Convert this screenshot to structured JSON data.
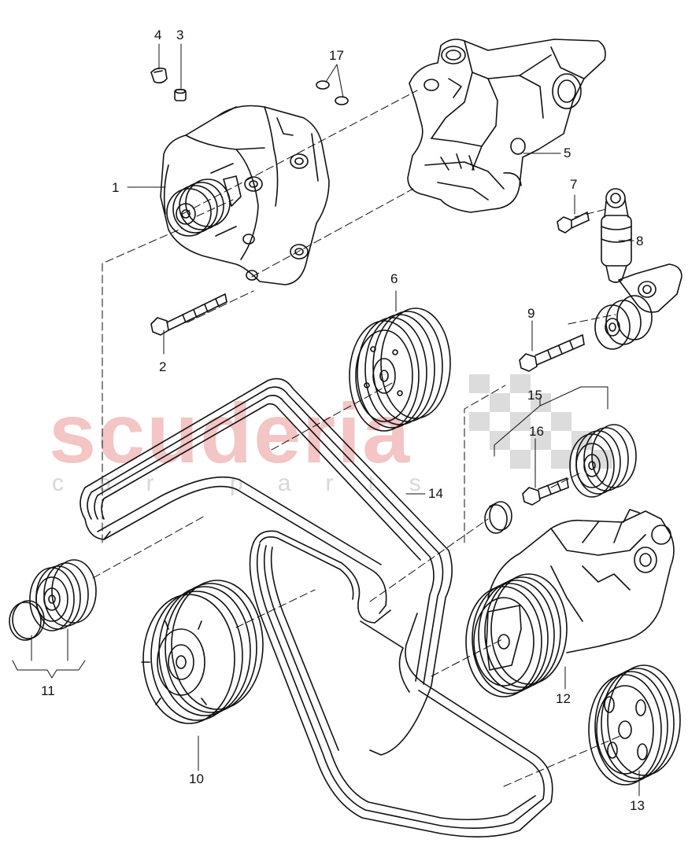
{
  "watermark": {
    "brand": "scuderia",
    "tagline": "car parts",
    "color": "#f2bcbc"
  },
  "callouts": [
    "1",
    "2",
    "3",
    "4",
    "5",
    "6",
    "7",
    "8",
    "9",
    "10",
    "11",
    "12",
    "13",
    "14",
    "15",
    "16",
    "17"
  ],
  "colors": {
    "line": "#111111",
    "watermark_gray": "#d8d8d8"
  }
}
